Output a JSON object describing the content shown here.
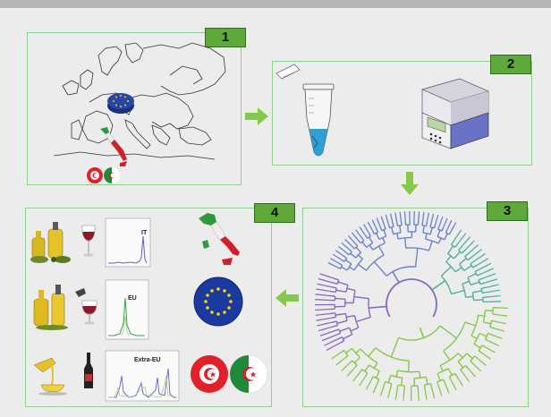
{
  "steps": [
    {
      "number": "1"
    },
    {
      "number": "2"
    },
    {
      "number": "3"
    },
    {
      "number": "4"
    }
  ],
  "chromatograms": [
    {
      "label": "IT",
      "color": "#6a5acd"
    },
    {
      "label": "EU",
      "color": "#3aa04a"
    },
    {
      "label": "Extra-EU",
      "color": "#6a5acd"
    }
  ],
  "colors": {
    "panel_border": "#8fd08f",
    "badge_fill": "#5fa83a",
    "arrow": "#86c84a",
    "tree_purple": "#8a6abf",
    "tree_blue": "#6a84c8",
    "tree_teal": "#4fb0a0",
    "tree_green": "#86c84a"
  },
  "icons": [
    "europe-map-icon",
    "eu-flag-icon",
    "italy-map-icon",
    "tunisia-flag-icon",
    "algeria-flag-icon",
    "microtube-icon",
    "pcr-thermocycler-icon",
    "phylogenetic-tree-icon",
    "olive-oil-bottles-icon",
    "wine-glass-icon",
    "wine-bottle-icon"
  ]
}
